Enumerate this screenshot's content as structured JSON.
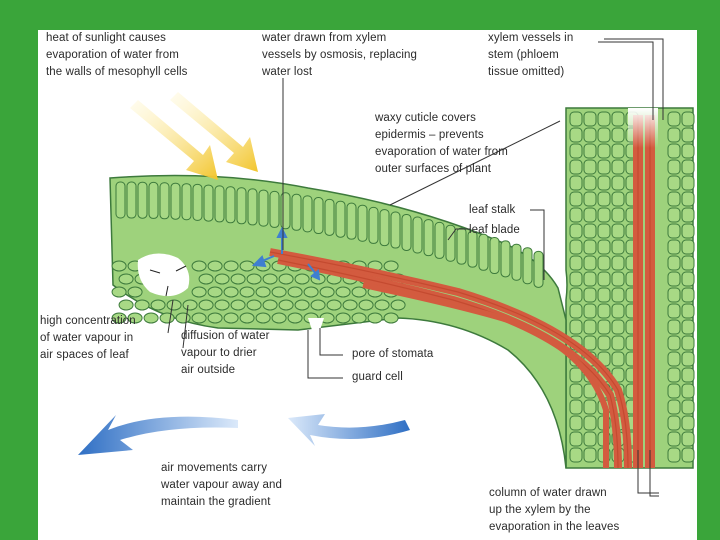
{
  "colors": {
    "background": "#3aa53a",
    "panel": "#ffffff",
    "cell_fill": "#9ed27c",
    "cell_stroke": "#3d7a3c",
    "xylem": "#cf5a3c",
    "arrow_blue": "#3f7fd0",
    "sun_arrow": "#f5cf3d"
  },
  "labels": {
    "sunlight": "heat of sunlight causes\nevaporation of water from\nthe walls of mesophyll cells",
    "osmosis": "water drawn from xylem\nvessels by osmosis, replacing\nwater lost",
    "xylem_stem": "xylem vessels in\nstem (phloem\ntissue omitted)",
    "cuticle": "waxy cuticle covers\nepidermis – prevents\nevaporation of water from\nouter surfaces of plant",
    "leaf_stalk": "leaf stalk",
    "leaf_blade": "leaf blade",
    "high_conc": "high concentration\nof water vapour in\nair spaces of leaf",
    "diffusion": "diffusion of water\nvapour to drier\nair outside",
    "stomata": "pore of stomata",
    "guard_cell": "guard cell",
    "air_movement": "air movements carry\nwater vapour away and\nmaintain the gradient",
    "column": "column of water drawn\nup the xylem by the\nevaporation in the leaves"
  },
  "icons": [
    "sunlight-arrow-icon",
    "air-movement-arrow-icon",
    "water-flow-arrow-icon"
  ]
}
